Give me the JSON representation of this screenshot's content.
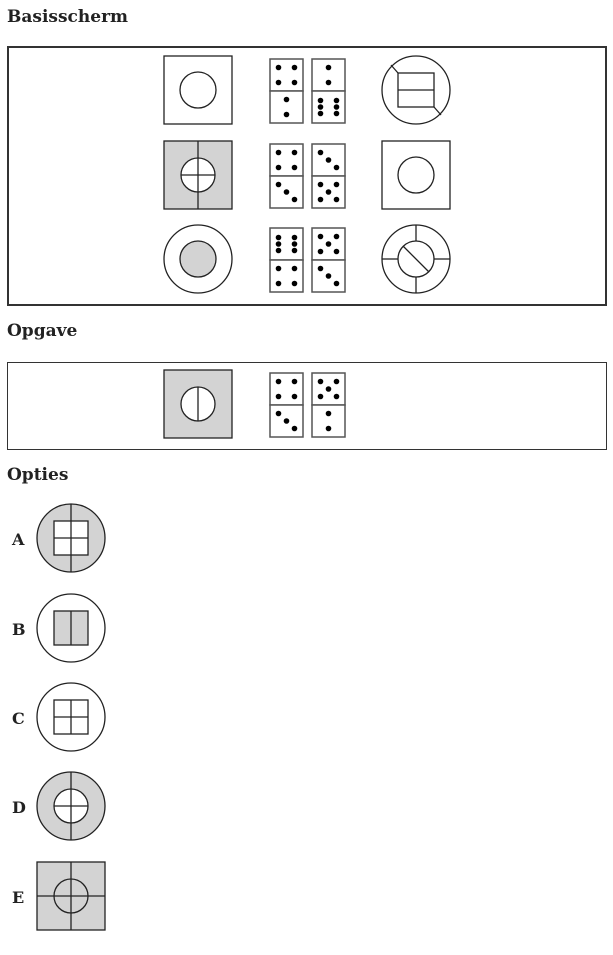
{
  "headings": {
    "base": "Basisscherm",
    "task": "Opgave",
    "options": "Opties"
  },
  "options": [
    "A",
    "B",
    "C",
    "D",
    "E"
  ],
  "colors": {
    "fill_gray": "#d3d3d3",
    "stroke": "#222222"
  },
  "dominoes": {
    "base": [
      [
        [
          4,
          2
        ],
        [
          2,
          6
        ]
      ],
      [
        [
          4,
          3
        ],
        [
          3,
          5
        ]
      ],
      [
        [
          6,
          4
        ],
        [
          5,
          3
        ]
      ]
    ],
    "task": [
      [
        4,
        3
      ],
      [
        5,
        2
      ]
    ]
  }
}
